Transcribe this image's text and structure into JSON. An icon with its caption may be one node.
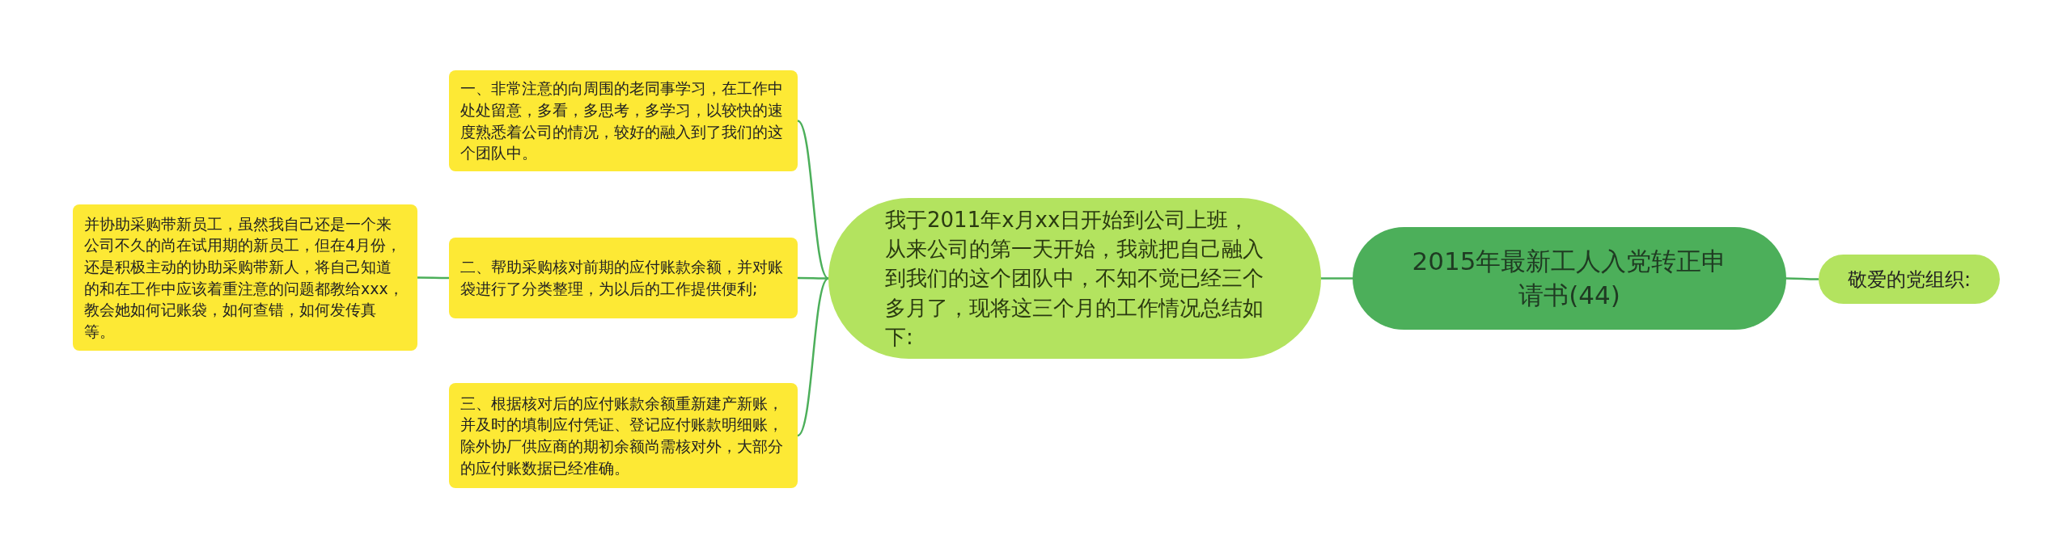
{
  "diagram": {
    "nodes": [
      {
        "text": [
          "2015年最新工人入党转正申请书(44)"
        ]
      },
      {
        "text": [
          "敬爱的党组织:"
        ]
      },
      {
        "text": [
          "我于2011年x月xx日开始到公司上班，从来公司的第一天开始，我就把自己融入到我们的这个团队中，不知不觉已经三个多月了，现将这三个月的工作情况总结如下:"
        ]
      },
      {
        "text": [
          "一、非常注意的向周围的老同事学习，在工作中处处留意，多看，多思考，多学习，以较快的速度熟悉着公司的情况，较好的融入到了我们的这个团队中。"
        ]
      },
      {
        "text": [
          "二、帮助采购核对前期的应付账款余额，并对账袋进行了分类整理，为以后的工作提供便利;"
        ]
      },
      {
        "text": [
          "三、根据核对后的应付账款余额重新建产新账，并及时的填制应付凭证、登记应付账款明细账，除外协厂供应商的期初余额尚需核对外，大部分的应付账数据已经准确。"
        ]
      },
      {
        "text": [
          "并协助采购带新员工，虽然我自己还是一个来公司不久的尚在试用期的新员工，但在4月份，还是积极主动的协助采购带新人，将自己知道的和在工作中应该着重注意的问题都教给xxx，教会她如何记账袋，如何查错，如何发传真等。"
        ]
      }
    ],
    "edges": [
      {
        "from": 0,
        "to": 1,
        "arrow": "none"
      },
      {
        "from": 0,
        "to": 2,
        "arrow": "none"
      },
      {
        "from": 2,
        "to": 3,
        "arrow": "none"
      },
      {
        "from": 2,
        "to": 4,
        "arrow": "none"
      },
      {
        "from": 2,
        "to": 5,
        "arrow": "none"
      },
      {
        "from": 4,
        "to": 6,
        "arrow": "none"
      }
    ]
  }
}
